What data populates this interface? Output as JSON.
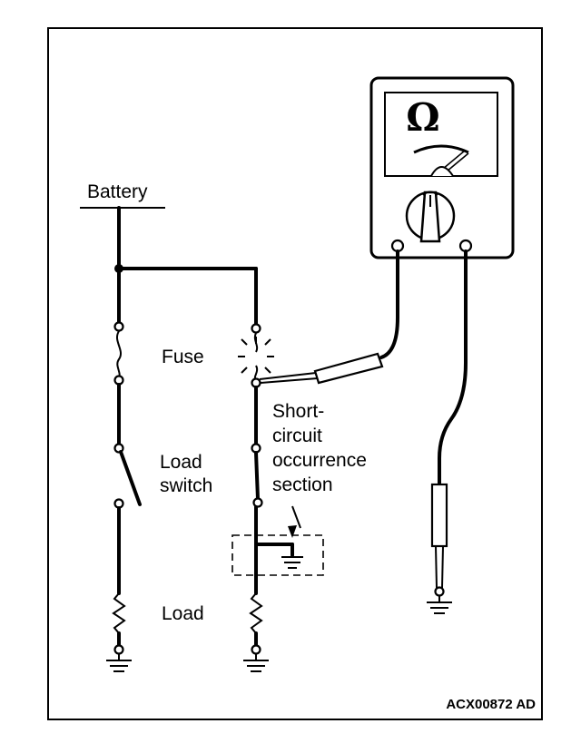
{
  "labels": {
    "battery": "Battery",
    "fuse": "Fuse",
    "load_switch": [
      "Load",
      "switch"
    ],
    "load": "Load",
    "short_circuit": [
      "Short-",
      "circuit",
      "occurrence",
      "section"
    ],
    "meter_symbol": "Ω",
    "figure_code": "ACX00872 AD"
  }
}
